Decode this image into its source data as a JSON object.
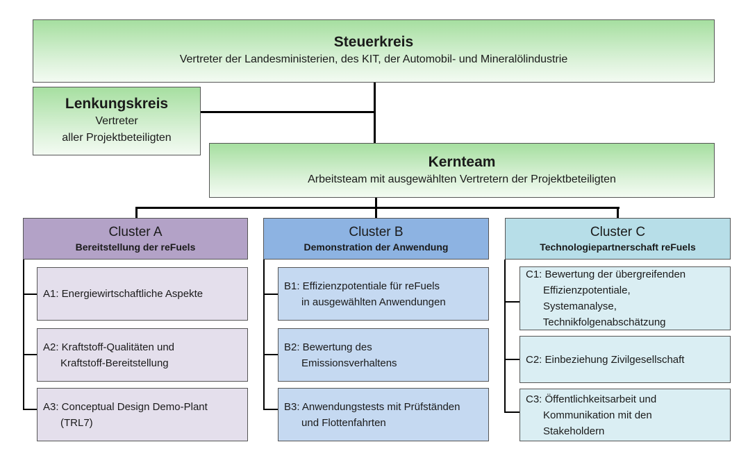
{
  "steuerkreis": {
    "title": "Steuerkreis",
    "subtitle": "Vertreter der Landesministerien, des KIT, der Automobil- und Mineralölindustrie"
  },
  "lenkungskreis": {
    "title": "Lenkungskreis",
    "line1": "Vertreter",
    "line2": "aller Projektbeteiligten"
  },
  "kernteam": {
    "title": "Kernteam",
    "subtitle": "Arbeitsteam mit ausgewählten Vertretern der Projektbeteiligten"
  },
  "clusters": [
    {
      "title": "Cluster A",
      "subtitle": "Bereitstellung der reFuels",
      "color": "#b3a2c7",
      "items": [
        "A1: Energiewirtschaftliche Aspekte",
        "A2: Kraftstoff-Qualitäten und\n      Kraftstoff-Bereitstellung",
        "A3: Conceptual Design Demo-Plant\n      (TRL7)"
      ]
    },
    {
      "title": "Cluster B",
      "subtitle": "Demonstration der Anwendung",
      "color": "#8db3e2",
      "items": [
        "B1: Effizienzpotentiale für reFuels\n      in ausgewählten Anwendungen",
        "B2: Bewertung des\n      Emissionsverhaltens",
        "B3: Anwendungstests mit Prüfständen\n      und Flottenfahrten"
      ]
    },
    {
      "title": "Cluster C",
      "subtitle": "Technologiepartnerschaft reFuels",
      "color": "#b7dee8",
      "items": [
        "C1: Bewertung der übergreifenden\n      Effizienzpotentiale,\n      Systemanalyse,\n      Technikfolgenabschätzung",
        "C2: Einbeziehung Zivilgesellschaft",
        "C3: Öffentlichkeitsarbeit und\n      Kommunikation mit den\n      Stakeholdern"
      ]
    }
  ]
}
